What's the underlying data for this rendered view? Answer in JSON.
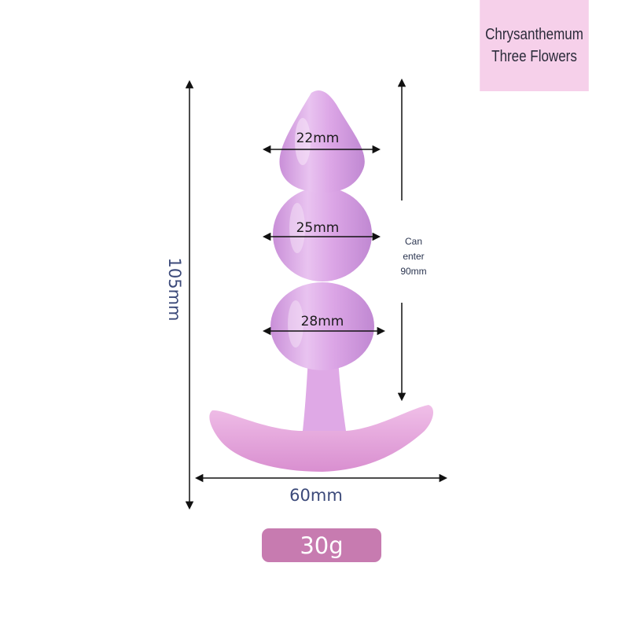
{
  "badge": {
    "line1": "Chrysanthemum",
    "line2": "Three Flowers"
  },
  "dimensions": {
    "total_length": "105mm",
    "insertable_line1": "Can",
    "insertable_line2": "enter",
    "insertable_line3": "90mm",
    "tip_width": "22mm",
    "middle_width": "25mm",
    "bottom_width": "28mm",
    "base_width": "60mm"
  },
  "weight": "30g",
  "colors": {
    "badge_bg": "#f6d0ea",
    "product": "#dca6e6",
    "pill_bg": "#c77bb0",
    "label_blue": "#3c4a7a"
  }
}
